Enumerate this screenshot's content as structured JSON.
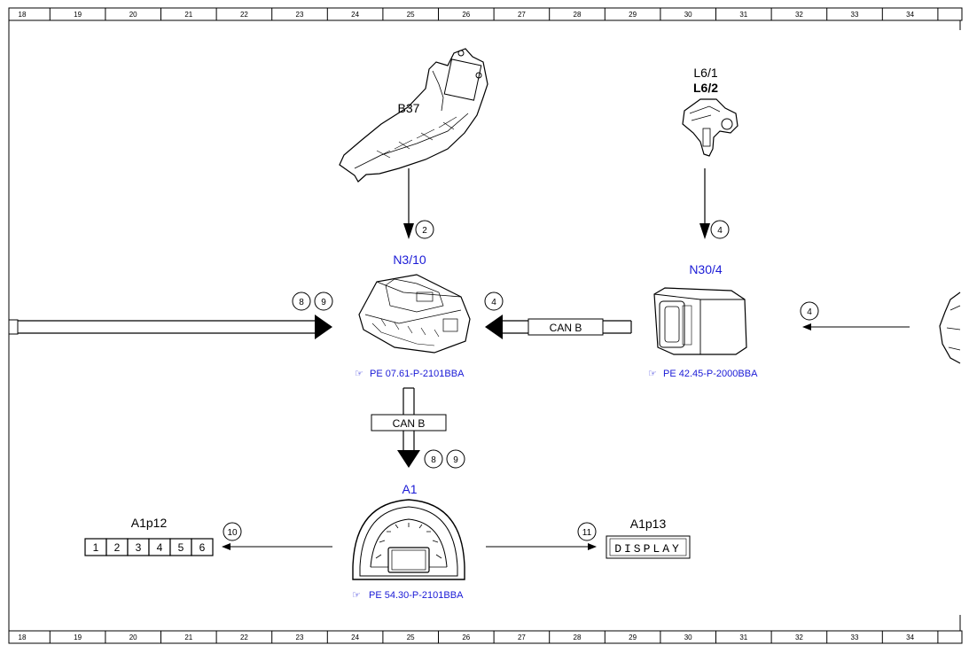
{
  "ruler": {
    "labels": [
      "18",
      "19",
      "20",
      "21",
      "22",
      "23",
      "24",
      "25",
      "26",
      "27",
      "28",
      "29",
      "30",
      "31",
      "32",
      "33",
      "34"
    ]
  },
  "components": {
    "b37": {
      "label": "B37"
    },
    "l61": {
      "label": "L6/1"
    },
    "l62": {
      "label": "L6/2"
    },
    "n310": {
      "label": "N3/10",
      "ref": "PE 07.61-P-2101BBA"
    },
    "n304": {
      "label": "N30/4",
      "ref": "PE 42.45-P-2000BBA"
    },
    "a1": {
      "label": "A1",
      "ref": "PE 54.30-P-2101BBA"
    },
    "a1p12": {
      "label": "A1p12",
      "cells": [
        "1",
        "2",
        "3",
        "4",
        "5",
        "6"
      ]
    },
    "a1p13": {
      "label": "A1p13",
      "display": "DISPLAY"
    }
  },
  "buses": {
    "canb_horizontal": "CAN B",
    "canb_vertical": "CAN B"
  },
  "markers": {
    "m2": "2",
    "m4a": "4",
    "m4b": "4",
    "m4c": "4",
    "m8a": "8",
    "m9a": "9",
    "m8b": "8",
    "m9b": "9",
    "m10": "10",
    "m11": "11"
  },
  "icons": {
    "reference": "pointing-hand-icon"
  }
}
